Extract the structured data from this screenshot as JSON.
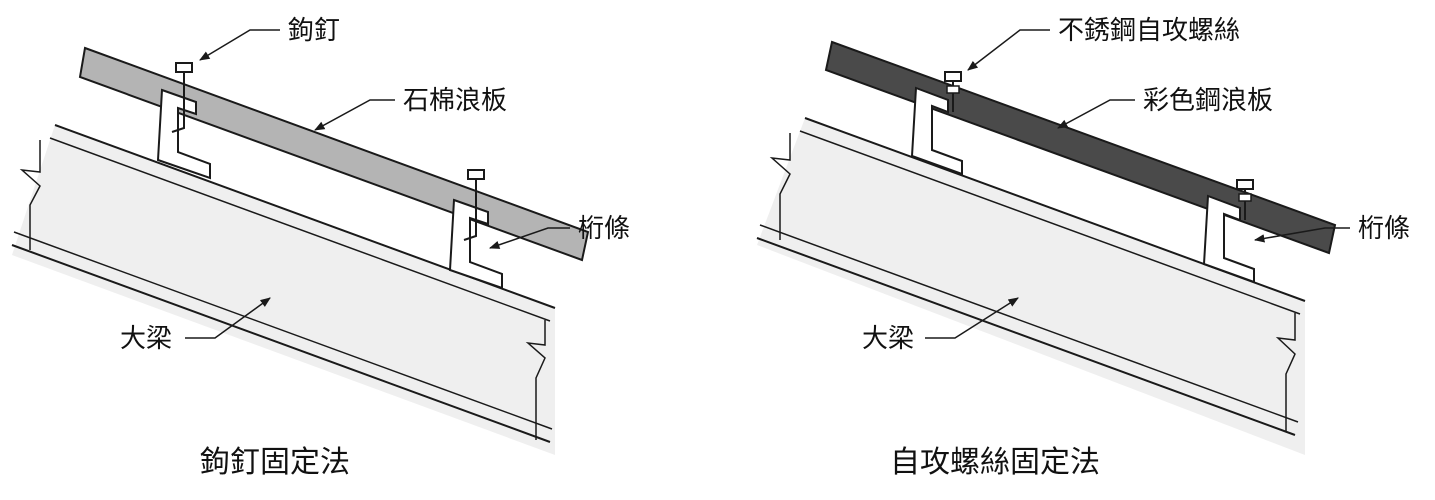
{
  "colors": {
    "outline": "#1a1a1a",
    "beam_fill": "#efefef",
    "asbestos_sheet": "#b4b4b4",
    "steel_sheet": "#4a4a4a",
    "purlin_fill": "#ffffff"
  },
  "left": {
    "labels": {
      "hook_nail": "鉤釘",
      "asbestos_sheet": "石棉浪板",
      "purlin": "桁條",
      "beam": "大梁"
    },
    "caption": "鉤釘固定法"
  },
  "right": {
    "labels": {
      "screw": "不銹鋼自攻螺絲",
      "steel_sheet": "彩色鋼浪板",
      "purlin": "桁條",
      "beam": "大梁"
    },
    "caption": "自攻螺絲固定法"
  }
}
